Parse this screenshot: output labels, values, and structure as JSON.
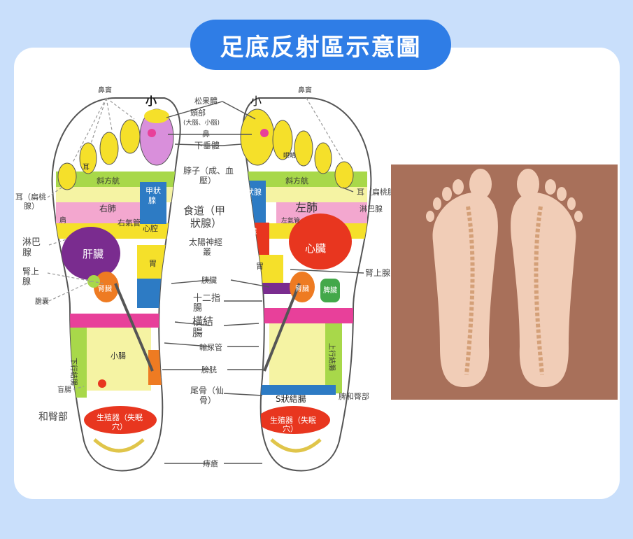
{
  "title": "足底反射區示意圖",
  "labels": {
    "sinus_left": "鼻竇",
    "sinus_right": "鼻竇",
    "small_left": "小",
    "small_right": "小",
    "pineal": "松果體",
    "head_brain": "頭部",
    "head_brain_sub": "(大腦、小腦)",
    "nose": "鼻",
    "pituitary": "下垂體",
    "neck": "脖子（成、血",
    "neck2": "壓）",
    "esophagus": "食道（甲",
    "esophagus2": "狀腺）",
    "solar": "太陽神經",
    "solar2": "叢",
    "pancreas": "胰臟",
    "duodenum": "十二指",
    "duodenum2": "腸",
    "transverse": "橫結",
    "transverse2": "腸",
    "ureter": "輸尿管",
    "bladder": "膀胱",
    "coccyx": "尾骨（仙",
    "coccyx2": "骨）",
    "hemorrhoid": "痔瘡",
    "ear_l": "耳（扁桃",
    "ear_l2": "腺）",
    "ear_r": "耳（扁桃腺）",
    "lymph_l": "淋巴",
    "lymph_l2": "腺",
    "lymph_r": "淋巴腺",
    "adrenal_l": "腎上",
    "adrenal_l2": "腺",
    "adrenal_r": "腎上腺",
    "gallbladder": "膽囊",
    "cecum": "盲腸",
    "hip_l": "和臀部",
    "hip_r": "脾和臀部",
    "ear_zone": "耳",
    "eye_zone": "眼睛",
    "trapezius_l": "斜方航",
    "trapezius_r": "斜方航",
    "right_lung": "右肺",
    "left_lung": "左肺",
    "right_bronchus": "右氣管",
    "left_bronchus": "左氣管",
    "shoulder": "肩",
    "thyroid_l": "甲狀",
    "thyroid_l2": "腺",
    "thyroid_r": "甲狀腺",
    "liver": "肝臟",
    "heart_cavity": "心腔",
    "heart_small": "心臟",
    "heart": "心臟",
    "stomach": "胃",
    "kidney": "腎臟",
    "spleen": "脾臟",
    "ascending": "下行結腸",
    "ascending_r": "上行結腸",
    "small_intestine": "小腸",
    "sigmoid": "S狀結腸",
    "reproductive": "生殖器（失眠",
    "reproductive2": "穴）"
  },
  "colors": {
    "background": "#c9dffb",
    "card": "#ffffff",
    "title_pill": "#2f7de6",
    "toe_yellow": "#f5e02a",
    "lime": "#a8d84a",
    "pink": "#f3a7cf",
    "purple": "#7a2c8f",
    "red": "#e8361f",
    "orange": "#ee7b22",
    "blue": "#2d7bc4",
    "magenta": "#e8409a",
    "pale_yellow": "#f5f3a3",
    "photo_bg": "#a8705a",
    "skin": "#f1cdb7"
  }
}
